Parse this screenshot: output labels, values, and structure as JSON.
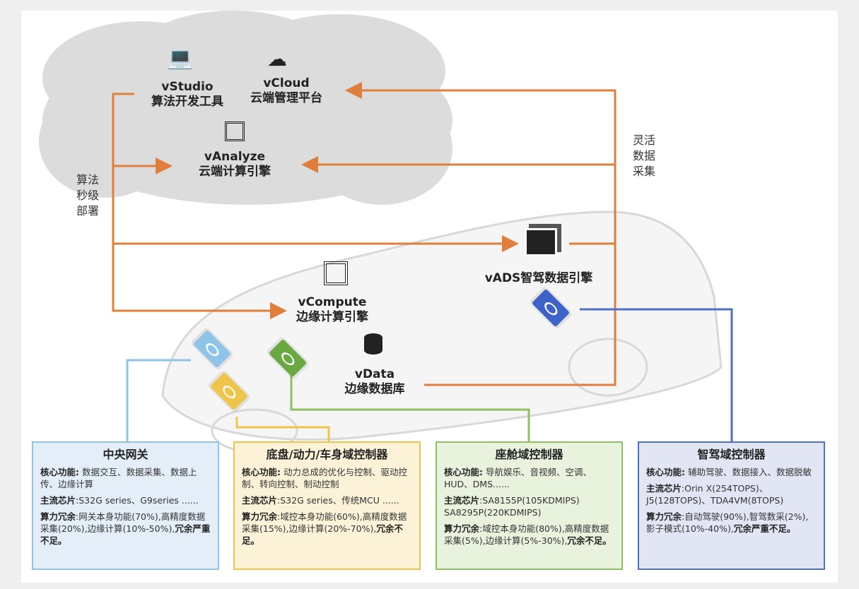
{
  "cloud": {
    "vstudio": {
      "name": "vStudio",
      "desc": "算法开发工具"
    },
    "vcloud": {
      "name": "vCloud",
      "desc": "云端管理平台"
    },
    "vanalyze": {
      "name": "vAnalyze",
      "desc": "云端计算引擎"
    }
  },
  "labels": {
    "deploy": "算法秒级部署",
    "collect": "灵活数据采集"
  },
  "vehicle": {
    "vads": "vADS智驾数据引擎",
    "vcompute": {
      "name": "vCompute",
      "desc": "边缘计算引擎"
    },
    "vdata": {
      "name": "vData",
      "desc": "边缘数据库"
    }
  },
  "boxes": [
    {
      "title": "中央网关",
      "core_label": "核心功能:",
      "core": "数据交互、数据采集、数据上传、边缘计算",
      "chip_label": "主流芯片",
      "chip": ":S32G series、G9series ......",
      "redundancy_label": "算力冗余",
      "redundancy": ":网关本身功能(70%),高精度数据采集(20%),边缘计算(10%-50%),",
      "conclusion": "冗余严重不足。",
      "color": "#8fc4e8",
      "bg": "#e4eef8"
    },
    {
      "title": "底盘/动力/车身域控制器",
      "core_label": "核心功能:",
      "core": "动力总成的优化与控制、驱动控制、转向控制、制动控制",
      "chip_label": "主流芯片",
      "chip": ":S32G series、传统MCU ......",
      "redundancy_label": "算力冗余",
      "redundancy": ":域控本身功能(60%),高精度数据采集(15%),边缘计算(20%-70%),",
      "conclusion": "冗余不足。",
      "color": "#efc44a",
      "bg": "#fbf2d8"
    },
    {
      "title": "座舱域控制器",
      "core_label": "核心功能:",
      "core": "导航娱乐、音视频、空调、HUD、DMS......",
      "chip_label": "主流芯片",
      "chip": ":SA8155P(105KDMIPS) SA8295P(220KDMIPS)",
      "redundancy_label": "算力冗余",
      "redundancy": ":域控本身功能(80%),高精度数据采集(5%),边缘计算(5%-30%),",
      "conclusion": "冗余不足。",
      "color": "#8cc063",
      "bg": "#e8f2dc"
    },
    {
      "title": "智驾域控制器",
      "core_label": "核心功能:",
      "core": "辅助驾驶、数据接入、数据脱敏",
      "chip_label": "主流芯片",
      "chip": ":Orin X(254TOPS)、J5(128TOPS)、TDA4VM(8TOPS)",
      "redundancy_label": "算力冗余",
      "redundancy": ":自动驾驶(90%),智驾数采(2%),影子模式(10%-40%),",
      "conclusion": "冗余严重不足。",
      "color": "#4f72c0",
      "bg": "#e2e6f4"
    }
  ]
}
